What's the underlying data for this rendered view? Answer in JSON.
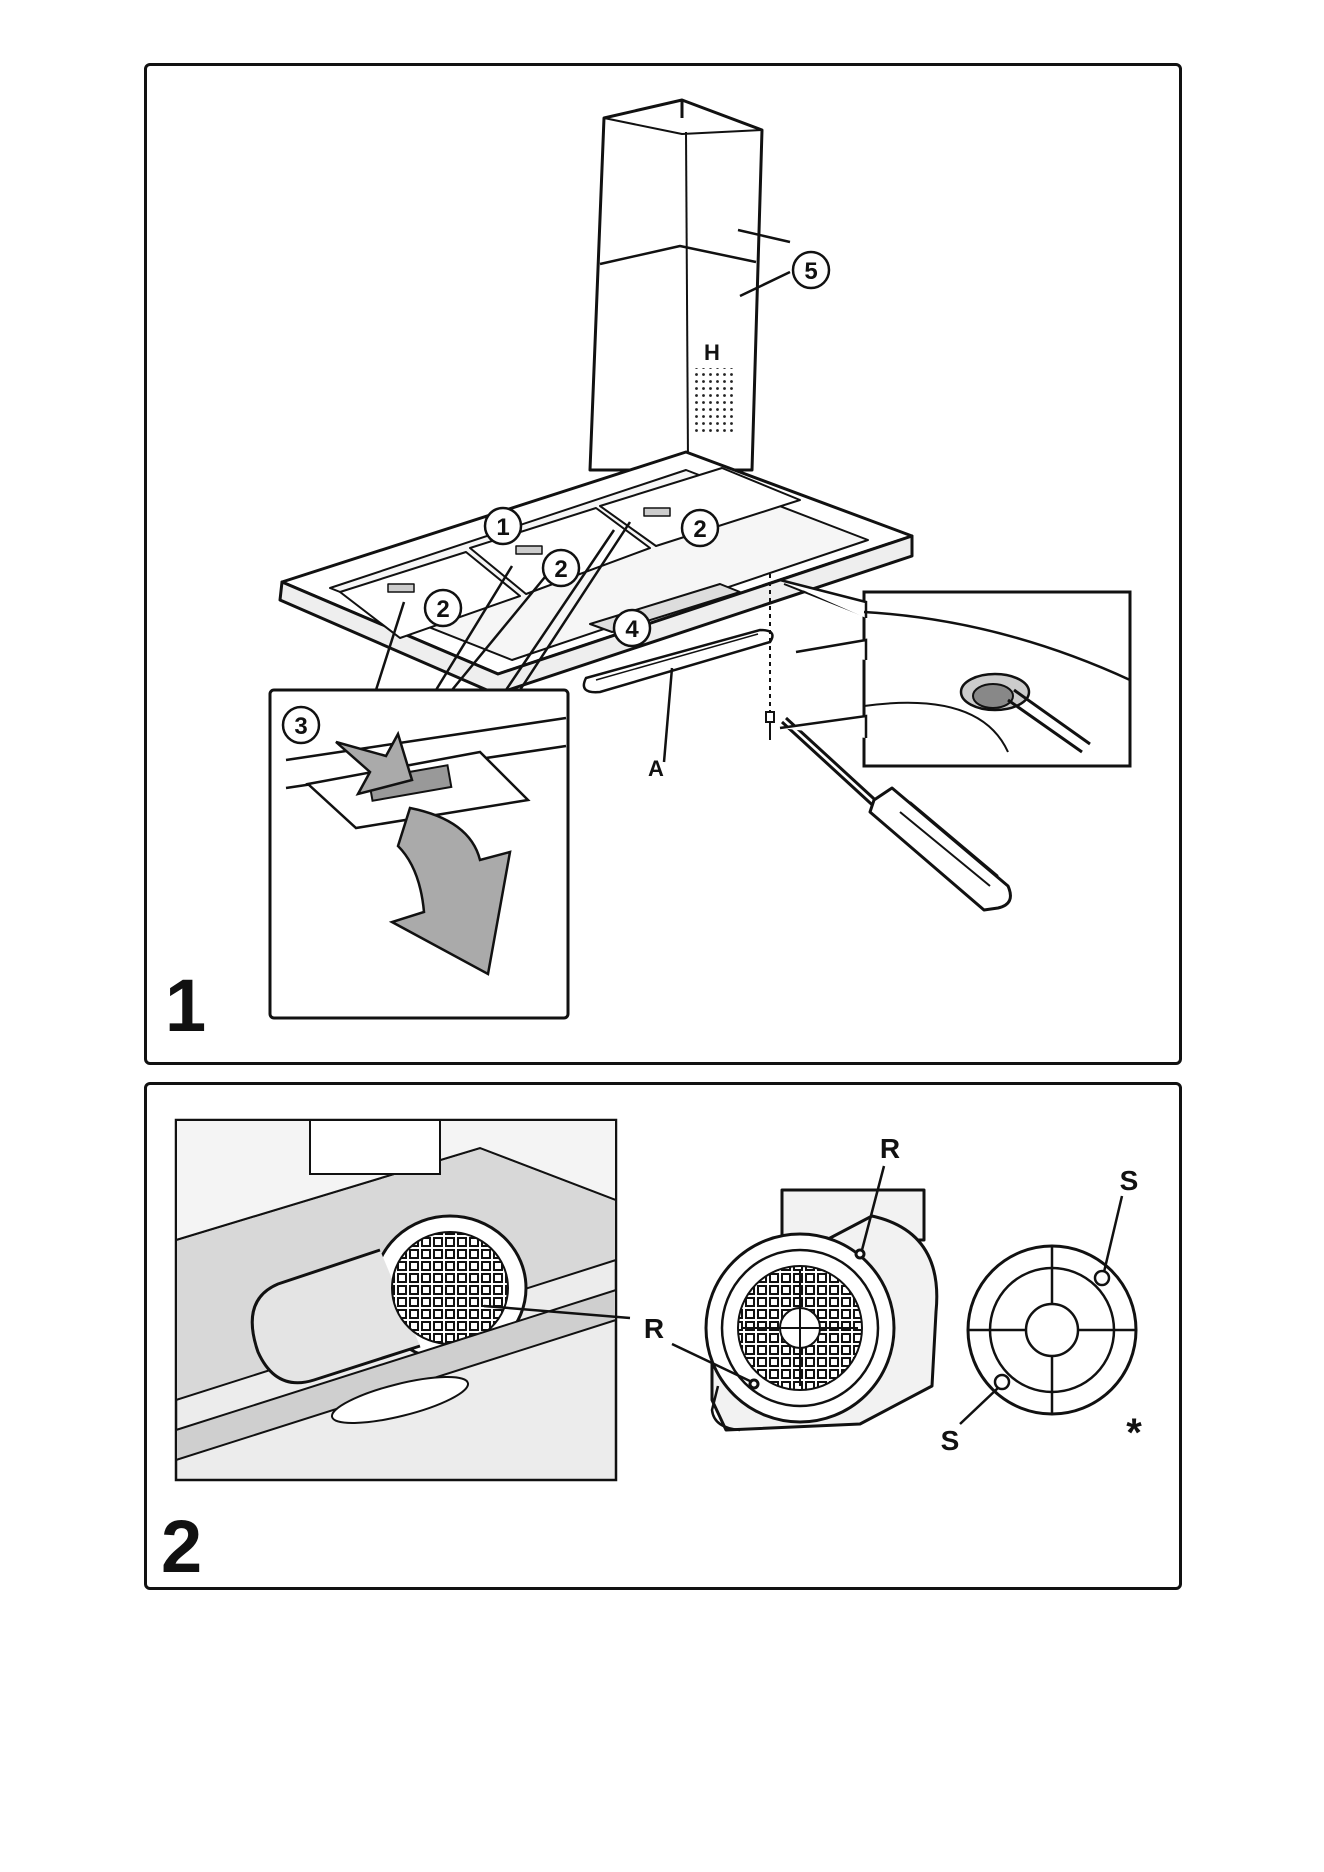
{
  "panels": {
    "panel1": {
      "number": "1",
      "labels": {
        "callout_1": "1",
        "callout_2": "2",
        "callout_3": "3",
        "callout_4": "4",
        "callout_5": "5",
        "label_H": "H",
        "label_A": "A"
      }
    },
    "panel2": {
      "number": "2",
      "labels": {
        "label_R": "R",
        "label_S": "S",
        "asterisk": "*"
      }
    }
  }
}
